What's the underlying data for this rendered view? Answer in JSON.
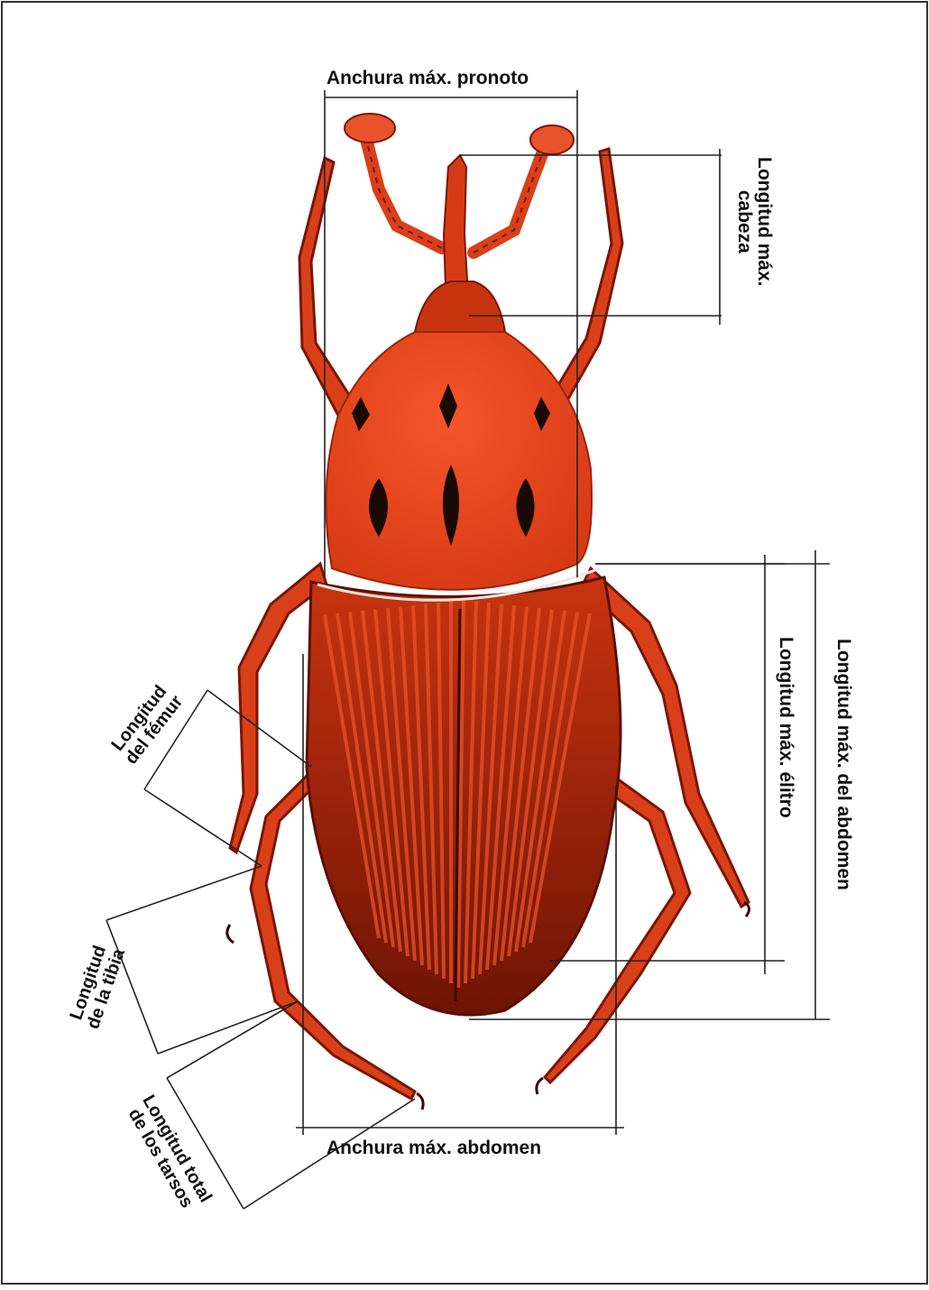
{
  "colors": {
    "body_red": "#e8431c",
    "dark_red": "#8a1a08",
    "spot_black": "#1a0a05",
    "line": "#222222"
  },
  "labels": {
    "pronotum_width": "Anchura máx. pronoto",
    "head_length_line1": "Longitud máx.",
    "head_length_line2": "cabeza",
    "elytron_length": "Longitud máx. élitro",
    "abdomen_length": "Longitud máx. del abdomen",
    "femur_length_line1": "Longitud",
    "femur_length_line2": "del fémur",
    "tibia_length_line1": "Longitud",
    "tibia_length_line2": "de la tibia",
    "tarsi_length_line1": "Longitud total",
    "tarsi_length_line2": "de los tarsos",
    "abdomen_width": "Anchura máx. abdomen"
  }
}
